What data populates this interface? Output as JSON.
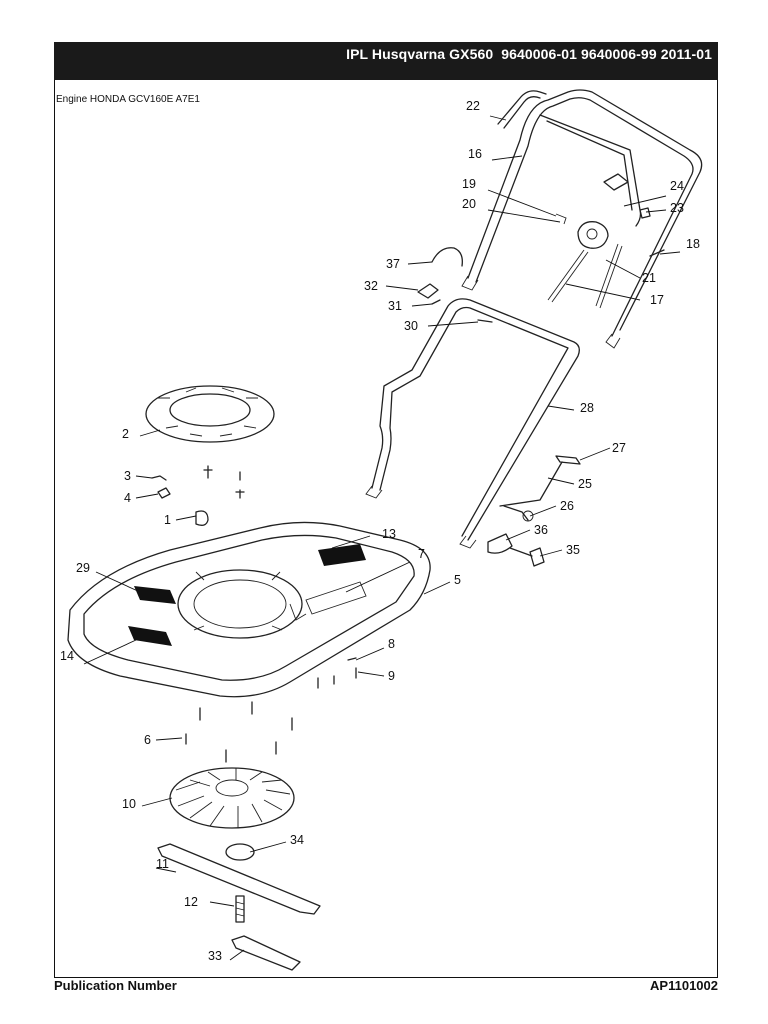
{
  "header": {
    "title": "IPL Husqvarna GX560  9640006-01 9640006-99 2011-01"
  },
  "engine_label": "Engine HONDA GCV160E A7E1",
  "footer": {
    "left": "Publication Number",
    "right": "AP1101002"
  },
  "callouts": {
    "c1": "1",
    "c2": "2",
    "c3": "3",
    "c4": "4",
    "c5": "5",
    "c6": "6",
    "c7": "7",
    "c8": "8",
    "c9": "9",
    "c10": "10",
    "c11": "11",
    "c12": "12",
    "c13": "13",
    "c14": "14",
    "c16": "16",
    "c17": "17",
    "c18": "18",
    "c19": "19",
    "c20": "20",
    "c21": "21",
    "c22": "22",
    "c23": "23",
    "c24": "24",
    "c25": "25",
    "c26": "26",
    "c27": "27",
    "c28": "28",
    "c29": "29",
    "c30": "30",
    "c31": "31",
    "c32": "32",
    "c33": "33",
    "c34": "34",
    "c35": "35",
    "c36": "36",
    "c37": "37"
  }
}
